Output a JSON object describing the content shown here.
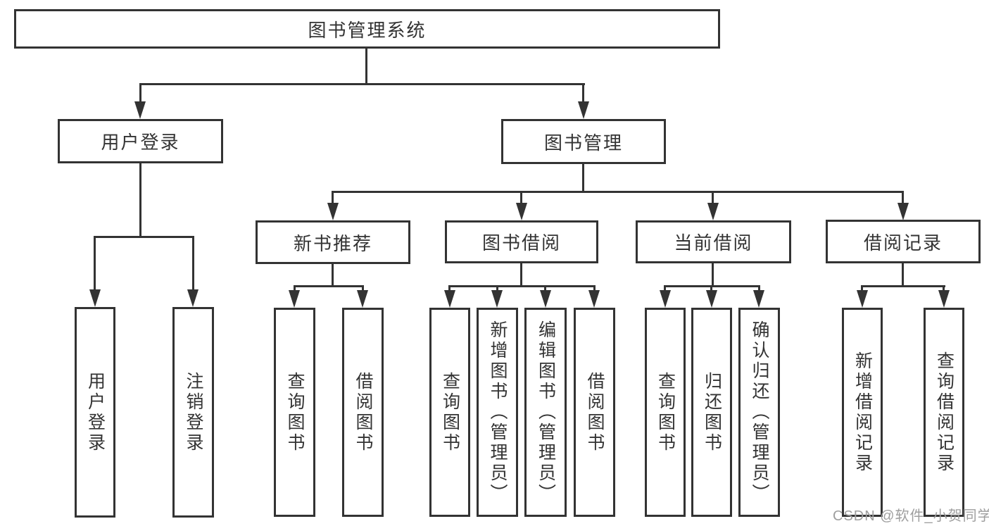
{
  "diagram": {
    "root": {
      "label": "图书管理系统"
    },
    "level2": {
      "user_login": {
        "label": "用户登录"
      },
      "book_mgmt": {
        "label": "图书管理"
      }
    },
    "level3": {
      "new_books": {
        "label": "新书推荐"
      },
      "book_borrow": {
        "label": "图书借阅"
      },
      "current_borrow": {
        "label": "当前借阅"
      },
      "borrow_records": {
        "label": "借阅记录"
      }
    },
    "leaves": {
      "login": {
        "label": "用户登录"
      },
      "logout": {
        "label": "注销登录"
      },
      "nb_query": {
        "label": "查询图书"
      },
      "nb_borrow": {
        "label": "借阅图书"
      },
      "bb_query": {
        "label": "查询图书"
      },
      "bb_add": {
        "label": "新增图书（管理员）"
      },
      "bb_edit": {
        "label": "编辑图书（管理员）"
      },
      "bb_borrow": {
        "label": "借阅图书"
      },
      "cb_query": {
        "label": "查询图书"
      },
      "cb_return": {
        "label": "归还图书"
      },
      "cb_confirm": {
        "label": "确认归还（管理员）"
      },
      "br_add": {
        "label": "新增借阅记录"
      },
      "br_query": {
        "label": "查询借阅记录"
      }
    },
    "colors": {
      "line": "#333333",
      "text": "#333333",
      "watermark": "#9e9e9e",
      "background": "#ffffff"
    },
    "watermark": "CSDN @软件_小贺同学"
  }
}
